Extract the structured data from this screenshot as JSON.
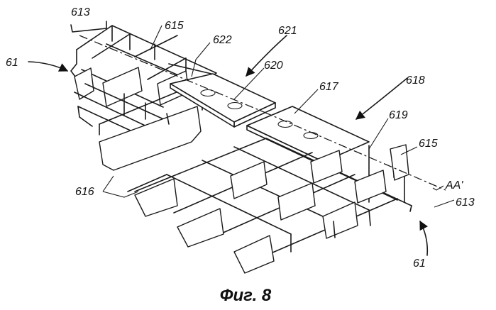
{
  "figure": {
    "caption": "Фиг. 8",
    "labels": {
      "l613_top": "613",
      "l615_top": "615",
      "l622": "622",
      "l621": "621",
      "l620": "620",
      "l61_left": "61",
      "l617": "617",
      "l618": "618",
      "l619": "619",
      "l615_right": "615",
      "l616": "616",
      "lAA": "AA'",
      "l613_bottom": "613",
      "l61_bottom": "61"
    }
  }
}
